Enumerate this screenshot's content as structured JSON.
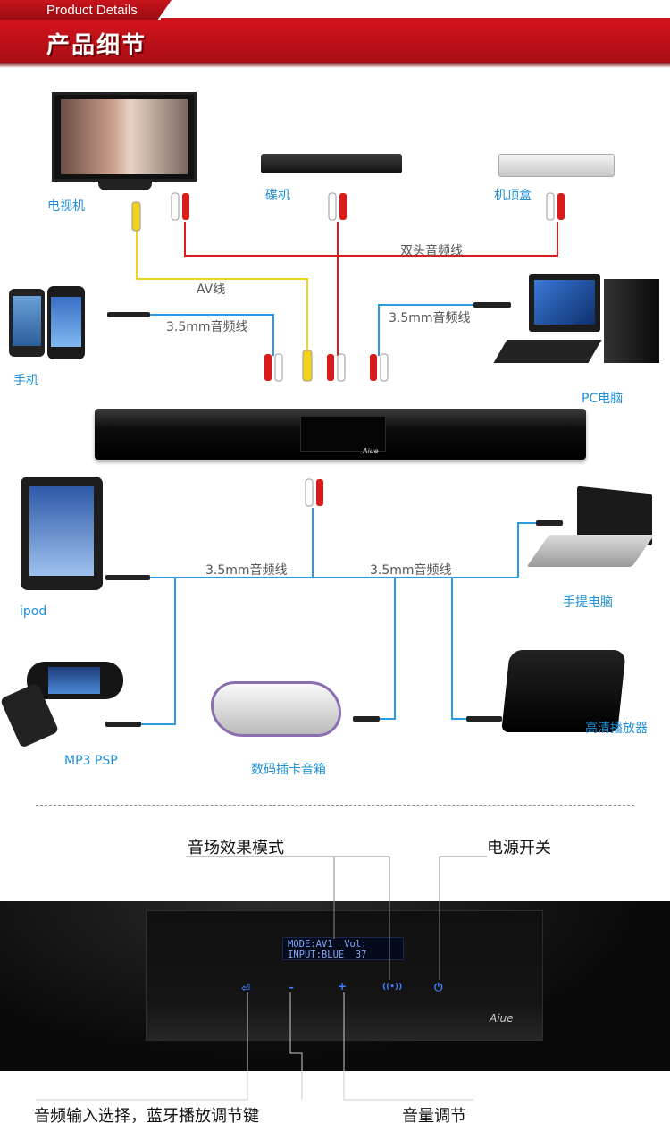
{
  "header": {
    "subtitle": "Product Details",
    "title": "产品细节"
  },
  "devices": {
    "tv": "电视机",
    "dvd": "碟机",
    "set_top_box": "机顶盒",
    "phone": "手机",
    "pc": "PC电脑",
    "ipod": "ipod",
    "laptop": "手提电脑",
    "mp3_psp": "MP3 PSP",
    "card_speaker": "数码插卡音箱",
    "hd_player": "高清播放器"
  },
  "cables": {
    "dual_audio": "双头音频线",
    "av": "AV线",
    "audio_35_phone": "3.5mm音频线",
    "audio_35_pc": "3.5mm音频线",
    "audio_35_left": "3.5mm音频线",
    "audio_35_right": "3.5mm音频线"
  },
  "soundbar": {
    "logo": "Aiue"
  },
  "control_panel": {
    "lcd_line1": "MODE:AV1  Vol:",
    "lcd_line2": "INPUT:BLUE  37",
    "brand": "Aiue",
    "buttons": {
      "input": "⏎",
      "minus": "–",
      "plus": "+",
      "effect": "((•))",
      "power": "⏻"
    }
  },
  "callouts": {
    "sound_effect": "音场效果模式",
    "power": "电源开关",
    "input_select": "音频输入选择，蓝牙播放调节键",
    "volume": "音量调节"
  },
  "colors": {
    "brand_red": "#c8141c",
    "label_blue": "#1f8fd6",
    "cable_blue": "#2a9be0",
    "cable_red": "#e01a1a",
    "cable_yellow": "#f2d21a",
    "lcd_blue": "#7fa8ff"
  }
}
